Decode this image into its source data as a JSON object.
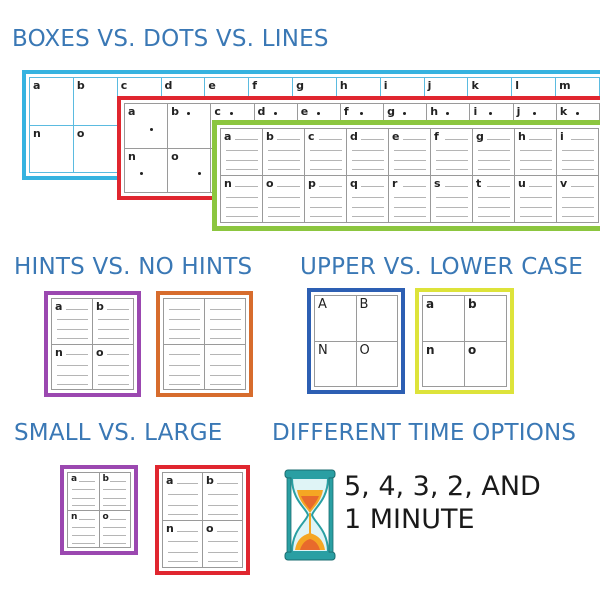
{
  "headings": {
    "boxes_dots_lines": "BOXES VS. DOTS VS. LINES",
    "hints": "HINTS VS. NO HINTS",
    "case": "UPPER VS. LOWER CASE",
    "size": "SMALL VS. LARGE",
    "time": "DIFFERENT TIME OPTIONS"
  },
  "time_options": {
    "line1": "5, 4, 3, 2, AND",
    "line2": "1 MINUTE"
  },
  "colors": {
    "heading": "#3a78b5",
    "blue": "#36b3e0",
    "red": "#e0262f",
    "green": "#8cc63f",
    "purple": "#9b48b0",
    "orange": "#d76c2d",
    "royal_blue": "#2d5fb3",
    "yellow": "#dde33a"
  },
  "icons": {
    "timer": "hourglass-icon"
  },
  "worksheets": {
    "boxes": {
      "row1": [
        "a",
        "b",
        "c",
        "d",
        "e",
        "f",
        "g",
        "h",
        "i",
        "j",
        "k",
        "l",
        "m"
      ],
      "row2": [
        "n",
        "o"
      ]
    },
    "dots": {
      "row1": [
        "a",
        "b",
        "c",
        "d",
        "e",
        "f",
        "g",
        "h",
        "i",
        "j",
        "k"
      ],
      "row2": [
        "n",
        "o"
      ]
    },
    "lines": {
      "row1": [
        "a",
        "b",
        "c",
        "d",
        "e",
        "f",
        "g",
        "h",
        "i"
      ],
      "row2": [
        "n",
        "o",
        "p",
        "q",
        "r",
        "s",
        "t",
        "u",
        "v"
      ]
    },
    "hints": {
      "letters": [
        "a",
        "b",
        "n",
        "o"
      ]
    },
    "upper": {
      "letters": [
        "A",
        "B",
        "N",
        "O"
      ]
    },
    "lower": {
      "letters": [
        "a",
        "b",
        "n",
        "o"
      ]
    },
    "small": {
      "letters": [
        "a",
        "b",
        "n",
        "o"
      ]
    },
    "large": {
      "letters": [
        "a",
        "b",
        "n",
        "o"
      ]
    }
  }
}
